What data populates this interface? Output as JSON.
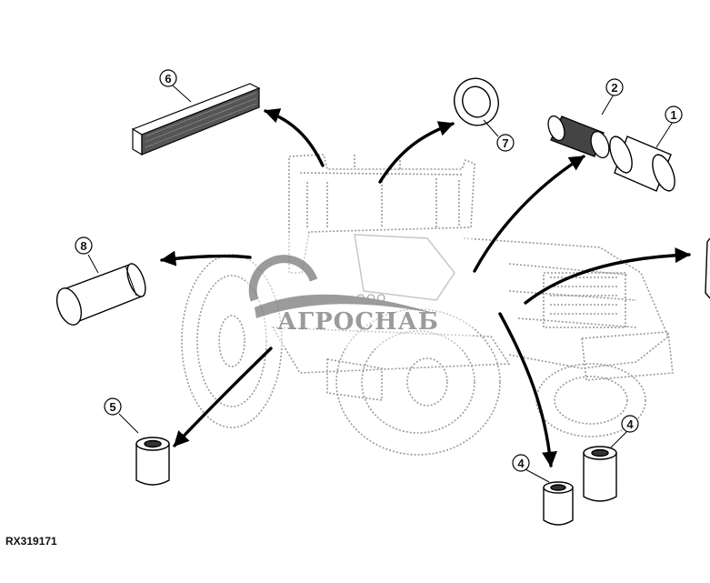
{
  "figure_id": "RX319171",
  "callouts": [
    "1",
    "2",
    "4",
    "4",
    "5",
    "6",
    "7",
    "8"
  ],
  "watermark": {
    "subtitle": "ООО",
    "brand": "АГРОСНАБ"
  }
}
